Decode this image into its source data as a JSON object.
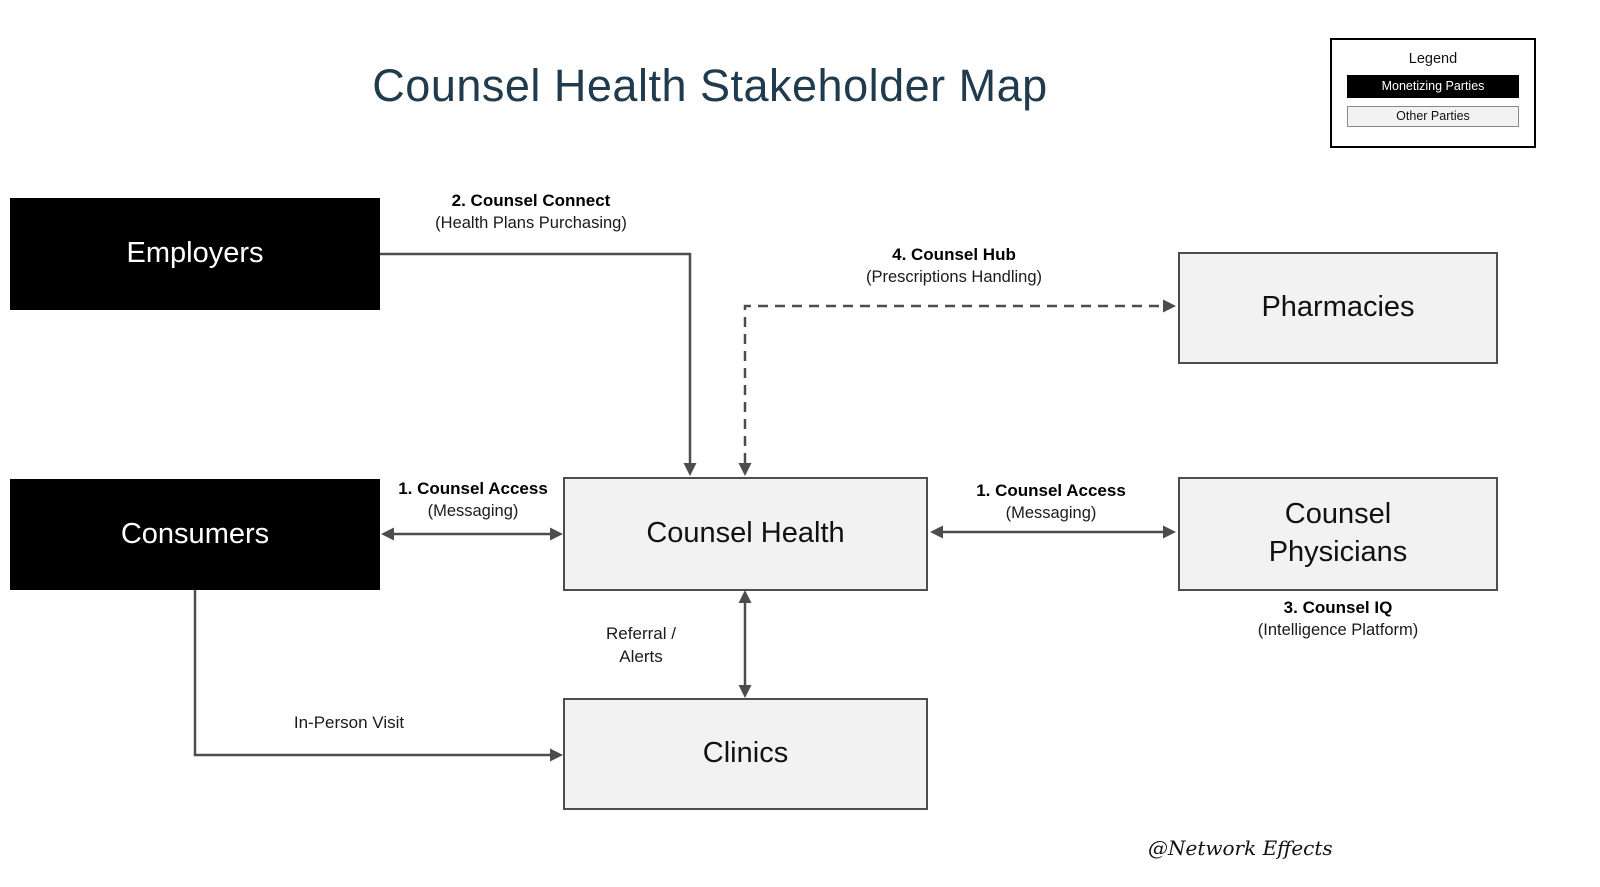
{
  "title": "Counsel Health Stakeholder Map",
  "attribution": "@Network Effects",
  "legend": {
    "title": "Legend",
    "items": [
      {
        "label": "Monetizing Parties",
        "category": "monetizing"
      },
      {
        "label": "Other Parties",
        "category": "other"
      }
    ]
  },
  "nodes": {
    "employers": {
      "label": "Employers",
      "category": "monetizing"
    },
    "consumers": {
      "label": "Consumers",
      "category": "monetizing"
    },
    "counsel_health": {
      "label": "Counsel Health",
      "category": "other"
    },
    "pharmacies": {
      "label": "Pharmacies",
      "category": "other"
    },
    "counsel_physicians": {
      "label": "Counsel Physicians",
      "category": "other"
    },
    "clinics": {
      "label": "Clinics",
      "category": "other"
    }
  },
  "edges": {
    "counsel_connect": {
      "title": "2. Counsel Connect",
      "subtitle": "(Health Plans Purchasing)",
      "from": "Employers",
      "to": "Counsel Health",
      "style": "solid"
    },
    "counsel_hub": {
      "title": "4. Counsel Hub",
      "subtitle": "(Prescriptions Handling)",
      "from": "Counsel Health",
      "to": "Pharmacies",
      "style": "dashed"
    },
    "counsel_access_consumers": {
      "title": "1. Counsel Access",
      "subtitle": "(Messaging)",
      "from": "Consumers",
      "to": "Counsel Health",
      "style": "solid-double-arrow"
    },
    "counsel_access_physicians": {
      "title": "1. Counsel Access",
      "subtitle": "(Messaging)",
      "from": "Counsel Health",
      "to": "Counsel Physicians",
      "style": "solid-double-arrow"
    },
    "counsel_iq": {
      "title": "3. Counsel IQ",
      "subtitle": "(Intelligence Platform)",
      "node": "Counsel Physicians"
    },
    "referral_alerts": {
      "line1": "Referral /",
      "line2": "Alerts",
      "from": "Counsel Health",
      "to": "Clinics",
      "style": "solid-double-arrow"
    },
    "in_person_visit": {
      "label": "In-Person Visit",
      "from": "Consumers",
      "to": "Clinics",
      "style": "solid"
    }
  },
  "colors": {
    "title_color": "#203a4e",
    "monetizing_fill": "#000000",
    "monetizing_text": "#ffffff",
    "other_fill": "#f2f2f2",
    "node_border": "#4d4d4d",
    "arrow_color": "#4d4d4d"
  }
}
